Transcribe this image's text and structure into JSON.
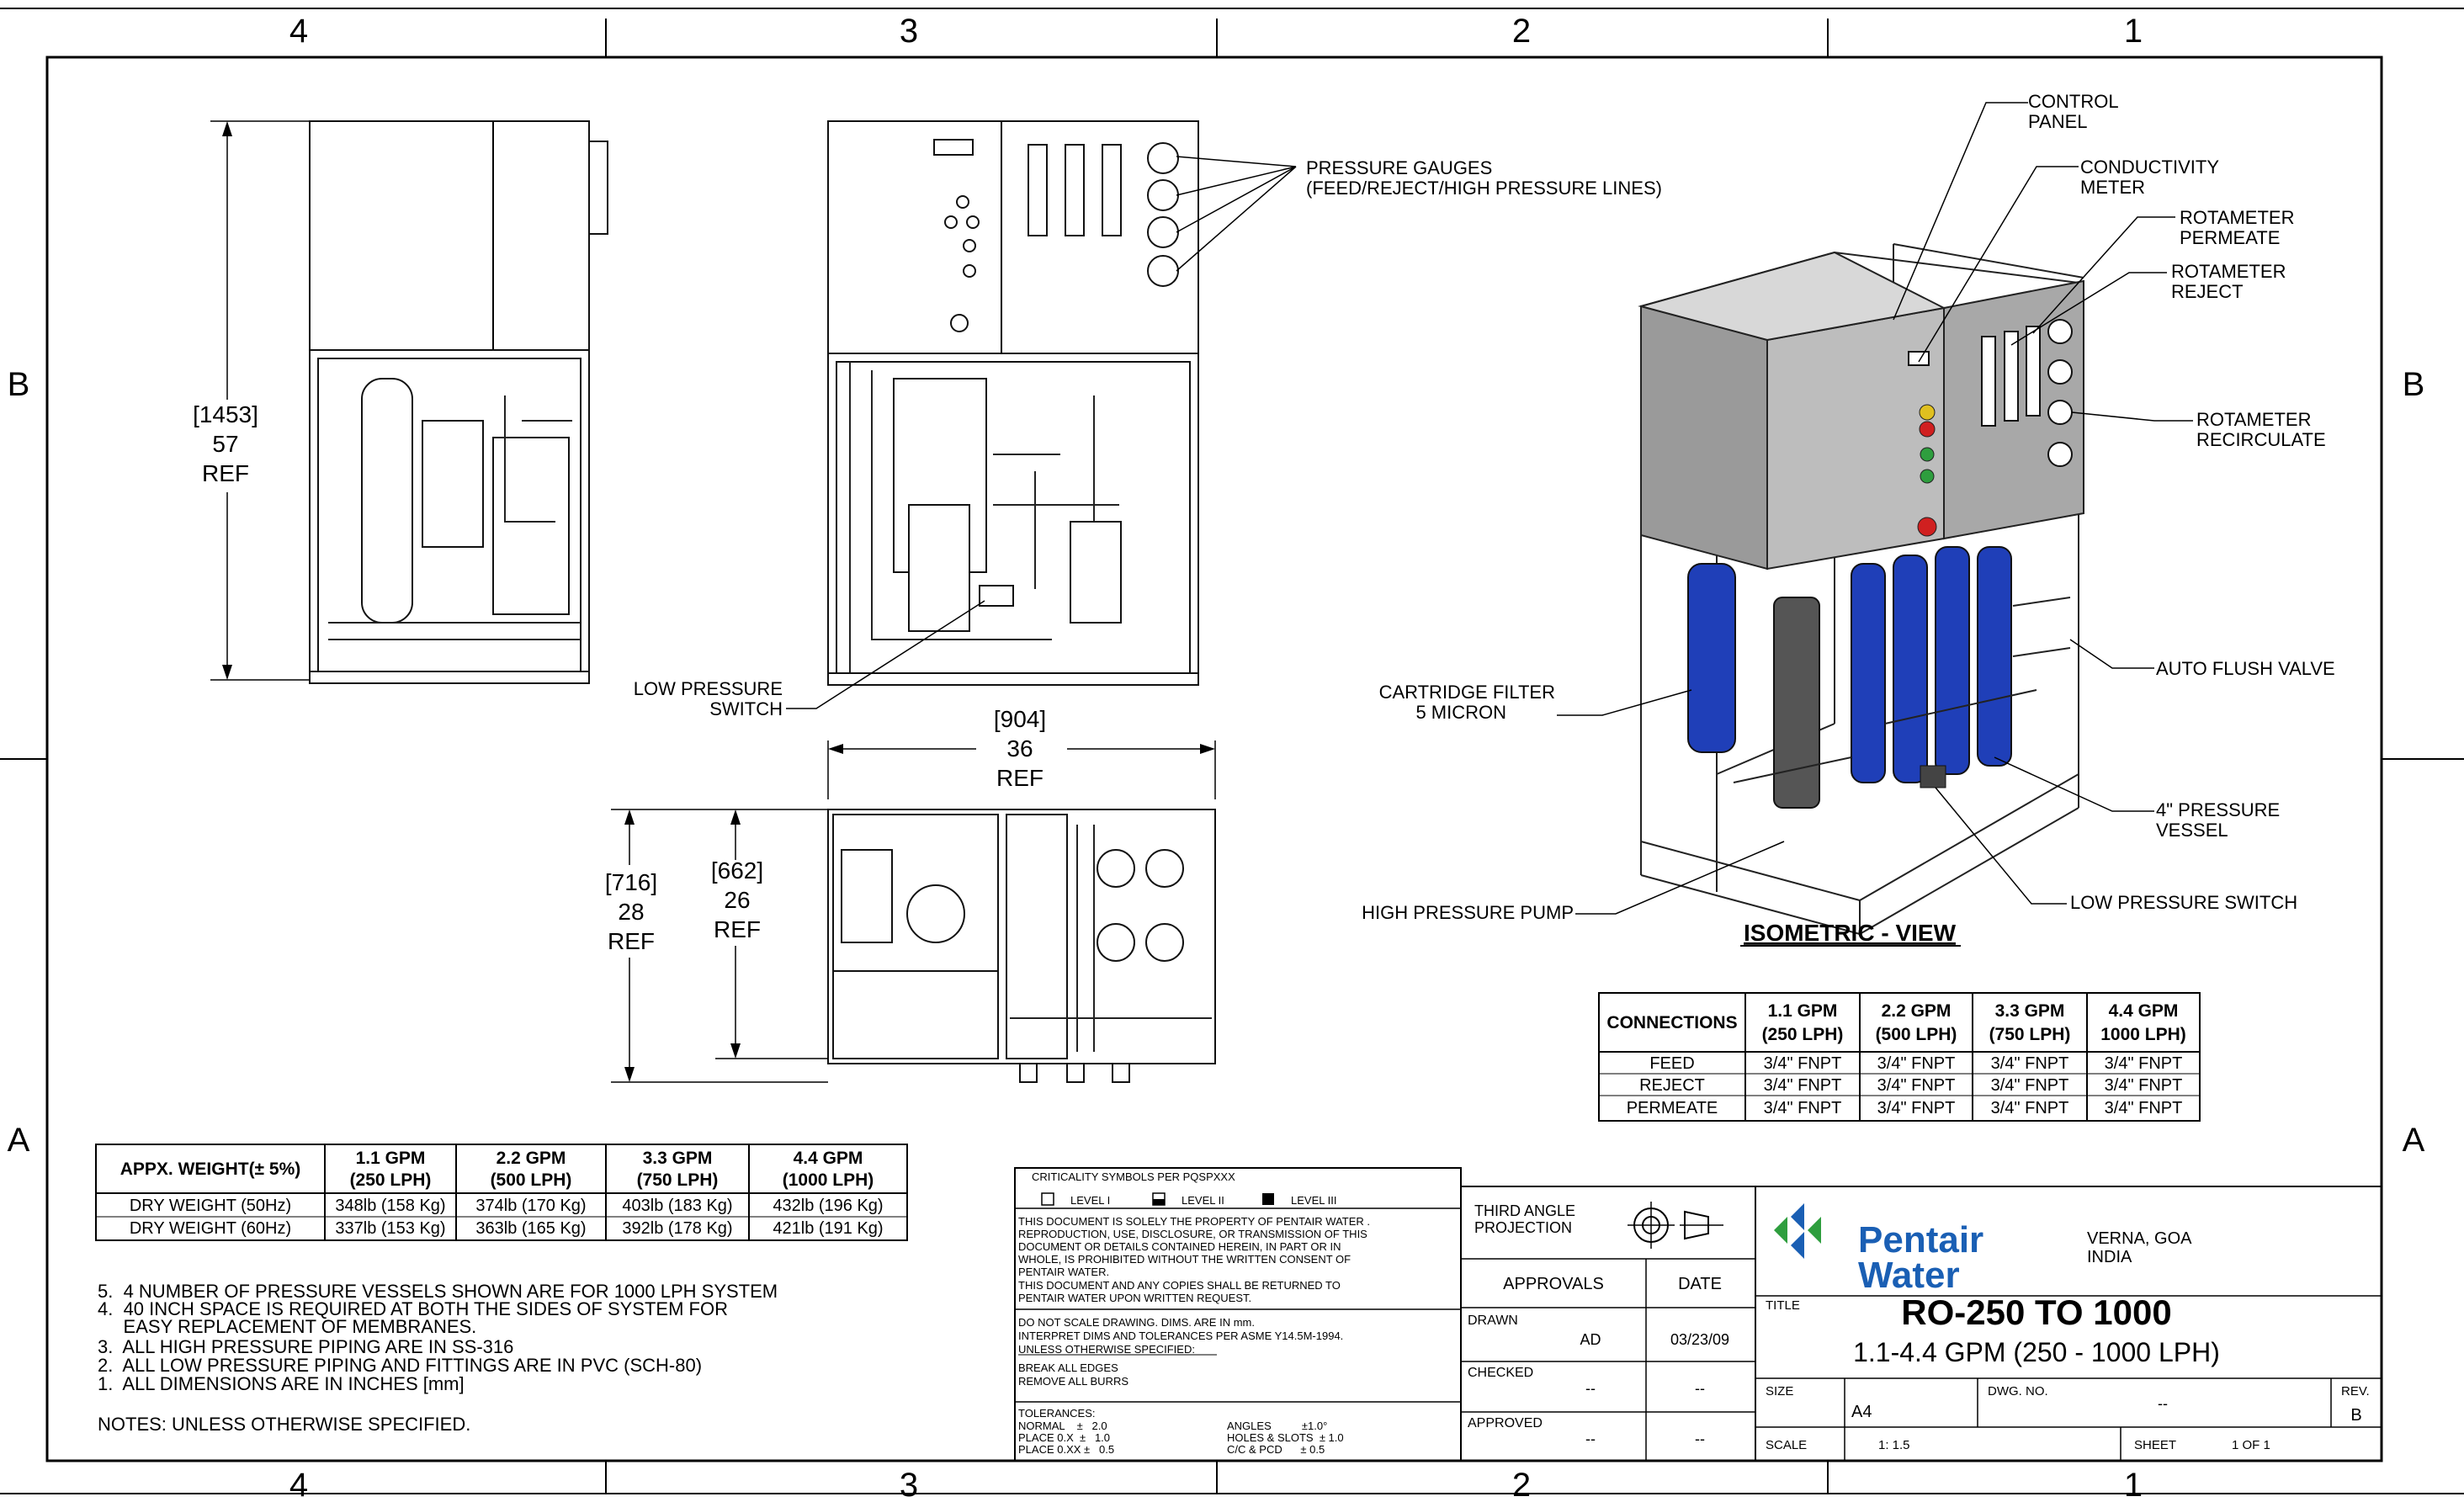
{
  "zones": {
    "columns": [
      "4",
      "3",
      "2",
      "1"
    ],
    "rows": [
      "B",
      "A"
    ]
  },
  "views": {
    "side_height": [
      "[1453]",
      "57",
      "REF"
    ],
    "width": [
      "[904]",
      "36",
      "REF"
    ],
    "top_depth_outer": [
      "[716]",
      "28",
      "REF"
    ],
    "top_depth_inner": [
      "[662]",
      "26",
      "REF"
    ],
    "isometric_title": "ISOMETRIC - VIEW"
  },
  "callouts": {
    "pressure_gauges": [
      "PRESSURE GAUGES",
      "(FEED/REJECT/HIGH PRESSURE LINES)"
    ],
    "low_pressure_switch_front": [
      "LOW PRESSURE",
      "SWITCH"
    ],
    "control_panel": [
      "CONTROL",
      "PANEL"
    ],
    "conductivity_meter": [
      "CONDUCTIVITY",
      "METER"
    ],
    "rotameter_permeate": [
      "ROTAMETER",
      "PERMEATE"
    ],
    "rotameter_reject": [
      "ROTAMETER",
      "REJECT"
    ],
    "rotameter_recirculate": [
      "ROTAMETER",
      "RECIRCULATE"
    ],
    "auto_flush_valve": [
      "AUTO FLUSH VALVE"
    ],
    "cartridge_filter": [
      "CARTRIDGE FILTER",
      "5 MICRON"
    ],
    "pressure_vessel": [
      "4\" PRESSURE",
      "VESSEL"
    ],
    "high_pressure_pump": [
      "HIGH PRESSURE  PUMP"
    ],
    "low_pressure_switch_iso": [
      "LOW PRESSURE SWITCH"
    ]
  },
  "connections_table": {
    "header": [
      [
        "CONNECTIONS"
      ],
      [
        "1.1 GPM",
        "(250 LPH)"
      ],
      [
        "2.2 GPM",
        "(500 LPH)"
      ],
      [
        "3.3 GPM",
        "(750 LPH)"
      ],
      [
        "4.4 GPM",
        "1000 LPH)"
      ]
    ],
    "rows": [
      [
        "FEED",
        "3/4\" FNPT",
        "3/4\" FNPT",
        "3/4\" FNPT",
        "3/4\" FNPT"
      ],
      [
        "REJECT",
        "3/4\" FNPT",
        "3/4\" FNPT",
        "3/4\" FNPT",
        "3/4\" FNPT"
      ],
      [
        "PERMEATE",
        "3/4\" FNPT",
        "3/4\" FNPT",
        "3/4\" FNPT",
        "3/4\" FNPT"
      ]
    ]
  },
  "weight_table": {
    "header": [
      [
        "APPX. WEIGHT(± 5%)"
      ],
      [
        "1.1 GPM",
        "(250 LPH)"
      ],
      [
        "2.2 GPM",
        "(500 LPH)"
      ],
      [
        "3.3 GPM",
        "(750 LPH)"
      ],
      [
        "4.4 GPM",
        "(1000 LPH)"
      ]
    ],
    "rows": [
      [
        "DRY WEIGHT (50Hz)",
        "348lb (158 Kg)",
        "374lb (170 Kg)",
        "403lb (183 Kg)",
        "432lb (196 Kg)"
      ],
      [
        "DRY WEIGHT (60Hz)",
        "337lb (153 Kg)",
        "363lb (165 Kg)",
        "392lb (178 Kg)",
        "421lb (191 Kg)"
      ]
    ]
  },
  "notes": {
    "lines": [
      "5.  4 NUMBER OF PRESSURE VESSELS SHOWN ARE FOR 1000 LPH SYSTEM",
      "4.  40 INCH SPACE IS REQUIRED AT BOTH THE SIDES OF SYSTEM FOR",
      "     EASY REPLACEMENT OF MEMBRANES.",
      "3.  ALL HIGH PRESSURE PIPING ARE IN SS-316",
      "2.  ALL LOW PRESSURE PIPING AND FITTINGS ARE IN PVC (SCH-80)",
      "1.  ALL DIMENSIONS ARE IN INCHES [mm]"
    ],
    "heading": "NOTES: UNLESS OTHERWISE SPECIFIED."
  },
  "title_block": {
    "criticality_title": "CRITICALITY SYMBOLS PER PQSPXXX",
    "levels": [
      "LEVEL I",
      "LEVEL II",
      "LEVEL III"
    ],
    "property_text": [
      "THIS DOCUMENT IS SOLELY THE PROPERTY OF PENTAIR WATER .",
      "REPRODUCTION, USE, DISCLOSURE, OR TRANSMISSION OF THIS",
      "DOCUMENT OR DETAILS CONTAINED HEREIN, IN PART OR IN",
      "WHOLE, IS PROHIBITED WITHOUT THE WRITTEN CONSENT OF",
      "PENTAIR WATER.",
      "THIS DOCUMENT AND ANY COPIES SHALL BE RETURNED TO",
      "PENTAIR WATER UPON WRITTEN REQUEST."
    ],
    "scale_text": [
      "DO NOT SCALE DRAWING. DIMS. ARE IN mm.",
      "INTERPRET DIMS AND TOLERANCES PER ASME Y14.5M-1994.",
      "UNLESS OTHERWISE SPECIFIED:"
    ],
    "edges_text": [
      "BREAK ALL EDGES",
      "REMOVE ALL BURRS"
    ],
    "tolerances": {
      "heading": "TOLERANCES:",
      "left": [
        "NORMAL    ±   2.0",
        "PLACE 0.X  ±   1.0",
        "PLACE 0.XX ±   0.5"
      ],
      "right": [
        "ANGLES          ±1.0°",
        "HOLES & SLOTS  ± 1.0",
        "C/C & PCD      ± 0.5"
      ]
    },
    "projection": [
      "THIRD ANGLE",
      "PROJECTION"
    ],
    "approvals_label": "APPROVALS",
    "date_label": "DATE",
    "drawn_label": "DRAWN",
    "drawn_by": "AD",
    "drawn_date": "03/23/09",
    "checked_label": "CHECKED",
    "checked_by": "--",
    "checked_date": "--",
    "approved_label": "APPROVED",
    "approved_by": "--",
    "approved_date": "--",
    "company": [
      "Pentair",
      "Water"
    ],
    "location": [
      "VERNA, GOA",
      "INDIA"
    ],
    "title_label": "TITLE",
    "title": "RO-250 TO 1000",
    "subtitle": "1.1-4.4 GPM (250 - 1000 LPH)",
    "size_label": "SIZE",
    "size": "A4",
    "dwg_no_label": "DWG. NO.",
    "dwg_no": "--",
    "rev_label": "REV.",
    "rev": "B",
    "scale_label": "SCALE",
    "scale": "1: 1.5",
    "sheet_label": "SHEET",
    "sheet": "1 OF 1"
  },
  "colors": {
    "line": "#000000",
    "vessel_blue": "#1f3fb8",
    "panel_gray": "#9a9a9a",
    "logo_blue": "#1a5fb4",
    "logo_green": "#2e9e3e"
  }
}
